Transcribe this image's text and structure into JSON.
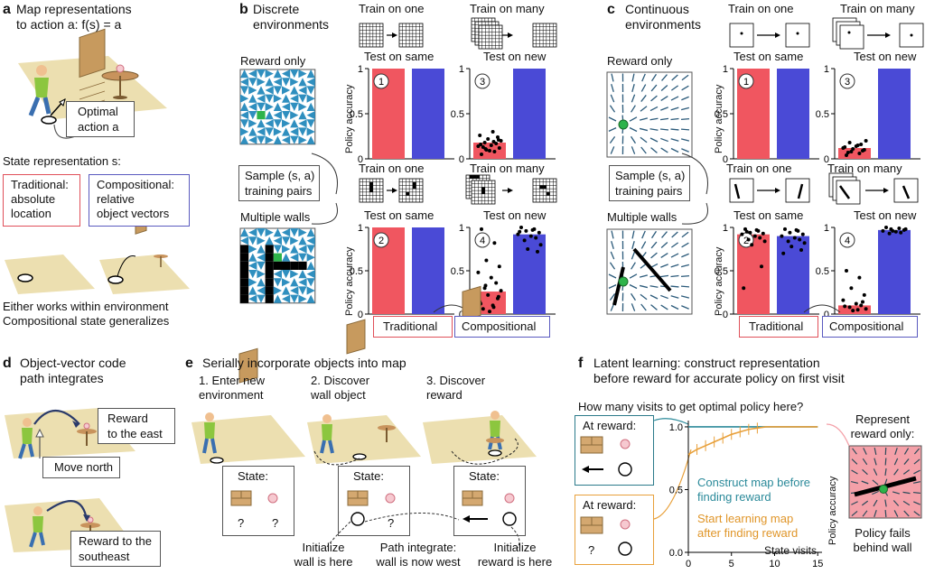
{
  "panels": {
    "a": {
      "label": "a",
      "title1": "Map representations",
      "title2": "to action a: f(s) = a",
      "optimal1": "Optimal",
      "optimal2": "action a",
      "state_rep": "State representation s:",
      "trad1": "Traditional:",
      "trad2": "absolute",
      "trad3": "location",
      "comp1": "Compositional:",
      "comp2": "relative",
      "comp3": "object vectors",
      "foot1": "Either works within environment",
      "foot2": "Compositional state generalizes"
    },
    "b": {
      "label": "b",
      "title1": "Discrete",
      "title2": "environments",
      "train_one": "Train on one",
      "train_many": "Train on many",
      "test_same": "Test on same",
      "test_new": "Test on new",
      "reward_only": "Reward only",
      "multiple_walls": "Multiple walls",
      "sample1": "Sample (s, a)",
      "sample2": "training pairs",
      "ylabel": "Policy accuracy",
      "traditional": "Traditional",
      "compositional": "Compositional"
    },
    "c": {
      "label": "c",
      "title1": "Continuous",
      "title2": "environments",
      "train_one": "Train on one",
      "train_many": "Train on many",
      "test_same": "Test on same",
      "test_new": "Test on new",
      "reward_only": "Reward only",
      "multiple_walls": "Multiple walls",
      "sample1": "Sample (s, a)",
      "sample2": "training pairs",
      "ylabel": "Policy accuracy",
      "traditional": "Traditional",
      "compositional": "Compositional"
    },
    "d": {
      "label": "d",
      "title1": "Object-vector code",
      "title2": "path integrates",
      "reward_east1": "Reward",
      "reward_east2": "to the east",
      "move_north": "Move north",
      "reward_se1": "Reward to the",
      "reward_se2": "southeast"
    },
    "e": {
      "label": "e",
      "title": "Serially incorporate objects into map",
      "step1a": "1. Enter new",
      "step1b": "environment",
      "step2a": "2. Discover",
      "step2b": "wall object",
      "step3a": "3. Discover",
      "step3b": "reward",
      "state": "State:",
      "q": "?",
      "init_wall1": "Initialize",
      "init_wall2": "wall is here",
      "path1": "Path integrate:",
      "path2": "wall is now west",
      "init_rew1": "Initialize",
      "init_rew2": "reward is here"
    },
    "f": {
      "label": "f",
      "title1": "Latent learning: construct representation",
      "title2": "before reward for accurate policy on first visit",
      "question": "How many visits to get optimal policy here?",
      "at_reward": "At reward:",
      "construct1": "Construct map before",
      "construct2": "finding reward",
      "start1": "Start learning map",
      "start2": "after finding reward",
      "xlabel": "State visits",
      "ylabel": "Policy accuracy",
      "represent1": "Represent",
      "represent2": "reward only:",
      "fails1": "Policy fails",
      "fails2": "behind wall",
      "q": "?"
    }
  },
  "colors": {
    "traditional": "#f05660",
    "compositional": "#4a4ad6",
    "construct": "#2b8a9a",
    "after": "#e8a03a",
    "env_fill": "#ecdfb0",
    "grid_tri": "#2f8fbf",
    "reward_cell": "#2eb34a",
    "heat": "#f4a0a8"
  },
  "chart_data": [
    {
      "id": "b1",
      "type": "bar",
      "categories": [
        "Traditional",
        "Compositional"
      ],
      "values": [
        1.0,
        1.0
      ],
      "ylim": [
        0,
        1
      ],
      "ticks": [
        0,
        0.5,
        1
      ],
      "badge": "1"
    },
    {
      "id": "b3",
      "type": "bar",
      "categories": [
        "Traditional",
        "Compositional"
      ],
      "values": [
        0.18,
        1.0
      ],
      "ylim": [
        0,
        1
      ],
      "ticks": [
        0,
        0.5,
        1
      ],
      "badge": "3",
      "points_trad": [
        0.05,
        0.08,
        0.1,
        0.12,
        0.14,
        0.15,
        0.17,
        0.18,
        0.2,
        0.22,
        0.24,
        0.26,
        0.3,
        0.13,
        0.09,
        0.21,
        0.16,
        0.19,
        0.11
      ]
    },
    {
      "id": "b2",
      "type": "bar",
      "categories": [
        "Traditional",
        "Compositional"
      ],
      "values": [
        1.0,
        1.0
      ],
      "ylim": [
        0,
        1
      ],
      "ticks": [
        0,
        0.5,
        1
      ],
      "badge": "2"
    },
    {
      "id": "b4",
      "type": "bar",
      "categories": [
        "Traditional",
        "Compositional"
      ],
      "values": [
        0.26,
        0.92
      ],
      "ylim": [
        0,
        1
      ],
      "ticks": [
        0,
        0.5,
        1
      ],
      "badge": "4",
      "points_trad": [
        0.98,
        0.82,
        0.62,
        0.55,
        0.48,
        0.42,
        0.36,
        0.3,
        0.27,
        0.22,
        0.18,
        0.14,
        0.1,
        0.06,
        0.03,
        0.2,
        0.12,
        0.08,
        0.33
      ],
      "points_comp": [
        1.0,
        0.98,
        0.96,
        0.94,
        0.92,
        0.9,
        0.88,
        0.85,
        0.8,
        0.75,
        0.72,
        0.95,
        0.97
      ]
    },
    {
      "id": "c1",
      "type": "bar",
      "categories": [
        "Traditional",
        "Compositional"
      ],
      "values": [
        1.0,
        1.0
      ],
      "ylim": [
        0,
        1
      ],
      "ticks": [
        0,
        0.5,
        1
      ],
      "badge": "1"
    },
    {
      "id": "c3",
      "type": "bar",
      "categories": [
        "Traditional",
        "Compositional"
      ],
      "values": [
        0.12,
        1.0
      ],
      "ylim": [
        0,
        1
      ],
      "ticks": [
        0,
        0.5,
        1
      ],
      "badge": "3",
      "points_trad": [
        0.04,
        0.06,
        0.08,
        0.1,
        0.12,
        0.14,
        0.16,
        0.18,
        0.2,
        0.11,
        0.09,
        0.13,
        0.15,
        0.07
      ]
    },
    {
      "id": "c2",
      "type": "bar",
      "categories": [
        "Traditional",
        "Compositional"
      ],
      "values": [
        0.92,
        0.9
      ],
      "ylim": [
        0,
        1
      ],
      "ticks": [
        0,
        0.5,
        1
      ],
      "badge": "2",
      "points_trad": [
        0.98,
        0.96,
        0.94,
        0.93,
        0.92,
        0.9,
        0.88,
        0.86,
        0.84,
        0.8,
        0.55,
        0.3,
        0.97,
        0.95
      ],
      "points_comp": [
        0.98,
        0.96,
        0.94,
        0.92,
        0.9,
        0.88,
        0.86,
        0.84,
        0.82,
        0.78,
        0.74,
        0.7,
        0.97
      ]
    },
    {
      "id": "c4",
      "type": "bar",
      "categories": [
        "Traditional",
        "Compositional"
      ],
      "values": [
        0.1,
        0.97
      ],
      "ylim": [
        0,
        1
      ],
      "ticks": [
        0,
        0.5,
        1
      ],
      "badge": "4",
      "points_trad": [
        0.5,
        0.42,
        0.3,
        0.22,
        0.16,
        0.12,
        0.1,
        0.08,
        0.06,
        0.04,
        0.14,
        0.09,
        0.05
      ],
      "points_comp": [
        1.0,
        0.99,
        0.98,
        0.97,
        0.96,
        0.95,
        0.94,
        0.93,
        0.98,
        0.96
      ]
    },
    {
      "id": "f",
      "type": "line",
      "x": [
        0,
        1,
        2,
        3,
        4,
        5,
        6,
        7,
        8,
        9,
        10,
        11,
        12,
        13,
        14,
        15
      ],
      "xlim": [
        0,
        15.5
      ],
      "xticks": [
        0,
        5,
        10,
        15
      ],
      "ylim": [
        0,
        1.05
      ],
      "yticks": [
        0,
        0.5,
        1.0
      ],
      "series": [
        {
          "values": [
            1.0,
            1.0,
            1.0,
            1.0,
            1.0,
            1.0,
            1.0,
            1.0,
            1.0,
            1.0,
            1.0,
            1.0,
            1.0,
            1.0,
            1.0,
            1.0
          ]
        },
        {
          "values": [
            0.78,
            0.82,
            0.85,
            0.88,
            0.91,
            0.94,
            0.96,
            0.98,
            0.99,
            1.0,
            1.0,
            1.0,
            1.0,
            1.0,
            1.0,
            1.0
          ]
        }
      ]
    }
  ]
}
